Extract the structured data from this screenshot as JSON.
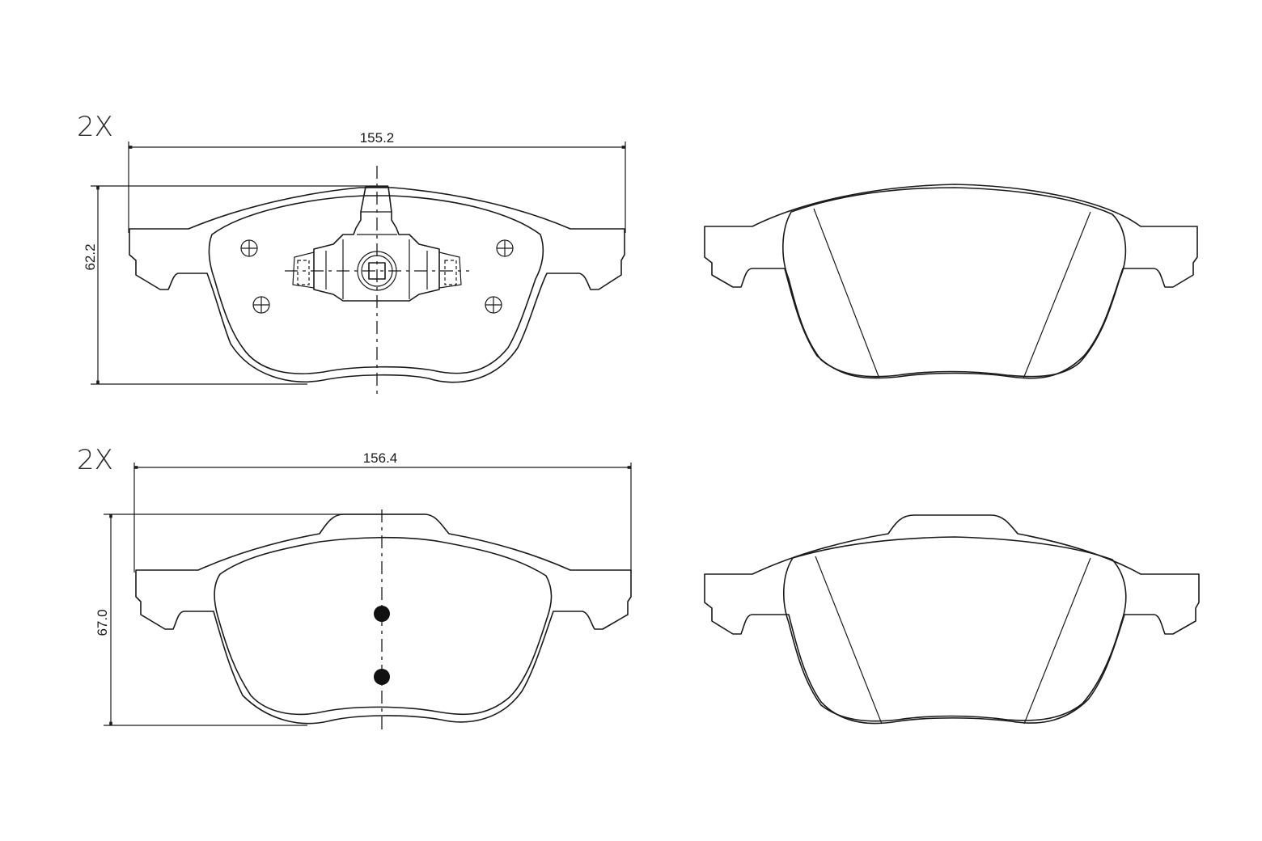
{
  "drawing": {
    "subject": "brake pad set technical drawing",
    "line_color": "#1a1a1a",
    "background": "#ffffff"
  },
  "pads": [
    {
      "id": "pad-1",
      "quantity_label": "2X",
      "width_dimension": "155.2",
      "height_dimension": "62.2",
      "back_view_features": [
        "wear-sensor-housing",
        "4 circle-cross markers",
        "centerline"
      ],
      "friction_view_features": [
        "2 diagonal chamfer lines"
      ]
    },
    {
      "id": "pad-2",
      "quantity_label": "2X",
      "width_dimension": "156.4",
      "height_dimension": "67.0",
      "back_view_features": [
        "top tab",
        "2 filled dots on centerline",
        "centerline"
      ],
      "friction_view_features": [
        "top tab",
        "2 diagonal chamfer lines"
      ]
    }
  ]
}
